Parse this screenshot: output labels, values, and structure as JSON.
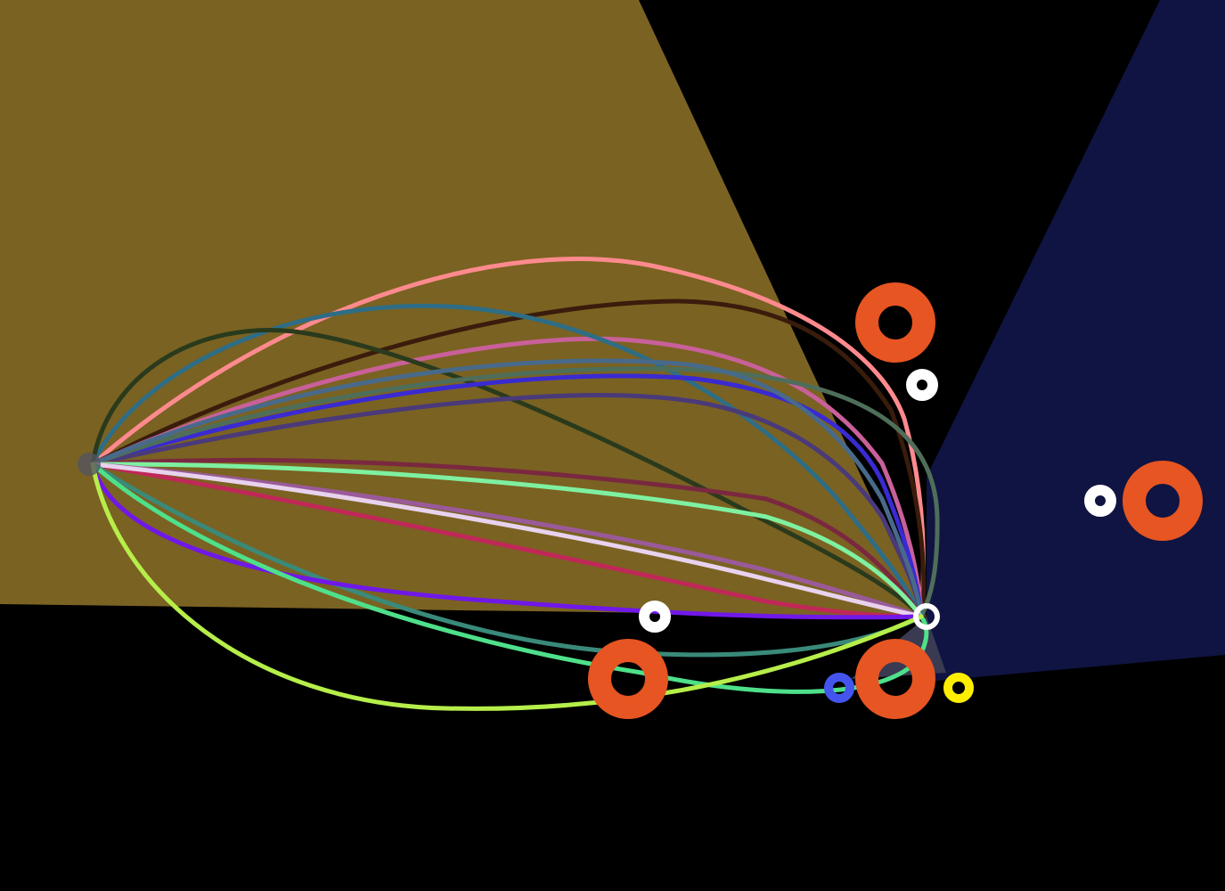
{
  "scene": {
    "background": "#000000",
    "zones": [
      {
        "name": "gold-vision-cone",
        "color": "#7a6222"
      },
      {
        "name": "navy-vision-cone",
        "color": "#101442"
      }
    ],
    "nodes": {
      "origin": {
        "name": "origin-node",
        "color": "#55555f"
      },
      "target": {
        "name": "target-node",
        "color": "#ffffff"
      }
    },
    "trajectories": [
      {
        "name": "trajectory-salmon",
        "color": "#ff8a8e"
      },
      {
        "name": "trajectory-dark-brown",
        "color": "#3a1c0c"
      },
      {
        "name": "trajectory-pink",
        "color": "#c9609a"
      },
      {
        "name": "trajectory-teal-blue",
        "color": "#2e6d86"
      },
      {
        "name": "trajectory-dark-green",
        "color": "#2a3a1c"
      },
      {
        "name": "trajectory-blue",
        "color": "#3a2ad2"
      },
      {
        "name": "trajectory-slate-purple",
        "color": "#4a3a7a"
      },
      {
        "name": "trajectory-grey-green",
        "color": "#4e6e5a"
      },
      {
        "name": "trajectory-steel-blue",
        "color": "#486a8a"
      },
      {
        "name": "trajectory-maroon",
        "color": "#7a2840"
      },
      {
        "name": "trajectory-crimson",
        "color": "#c02858"
      },
      {
        "name": "trajectory-mint",
        "color": "#7ef0a0"
      },
      {
        "name": "trajectory-mauve",
        "color": "#9a5a9a"
      },
      {
        "name": "trajectory-lavender-white",
        "color": "#e8d2ee"
      },
      {
        "name": "trajectory-teal-green",
        "color": "#3a8a7a"
      },
      {
        "name": "trajectory-violet",
        "color": "#7018e8"
      },
      {
        "name": "trajectory-green",
        "color": "#4ee08a"
      },
      {
        "name": "trajectory-lime",
        "color": "#b6ee4a"
      }
    ],
    "rings": [
      {
        "name": "orange-ring-large",
        "color": "#e65522"
      },
      {
        "name": "white-ring-small",
        "color": "#ffffff"
      },
      {
        "name": "blue-ring-small",
        "color": "#4455ee"
      },
      {
        "name": "yellow-ring-small",
        "color": "#ffee00"
      }
    ]
  }
}
